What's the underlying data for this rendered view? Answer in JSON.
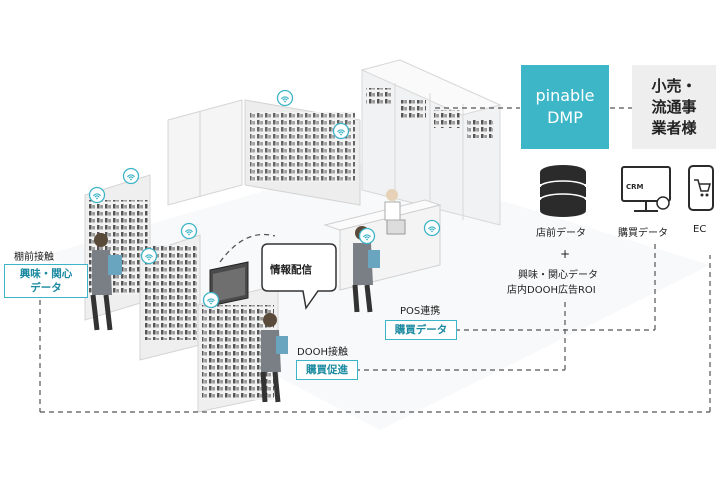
{
  "dmp": {
    "line1": "pinable",
    "line2": "DMP"
  },
  "retailer": {
    "line1": "小売・",
    "line2": "流通事",
    "line3": "業者様"
  },
  "data_sources": {
    "store_front": "店前データ",
    "purchase": "購買データ",
    "ec": "EC"
  },
  "icons": {
    "store_front": "database-icon",
    "purchase": "crm-monitor-icon",
    "ec": "smartphone-cart-icon"
  },
  "crm_label": "CRM",
  "plus": "+",
  "outputs": {
    "line1": "興味・関心データ",
    "line2": "店内DOOH広告ROI"
  },
  "touchpoints": {
    "shelf": {
      "title": "棚前接触",
      "tag_line1": "興味・関心",
      "tag_line2": "データ"
    },
    "pos": {
      "title": "POS連携",
      "tag": "購買データ"
    },
    "dooh": {
      "title": "DOOH接触",
      "tag": "購買促進"
    }
  },
  "speech_bubble": "情報配信",
  "colors": {
    "accent": "#3db6c8",
    "tag_border": "#3db4c7",
    "retailer_bg": "#eeeeee"
  }
}
